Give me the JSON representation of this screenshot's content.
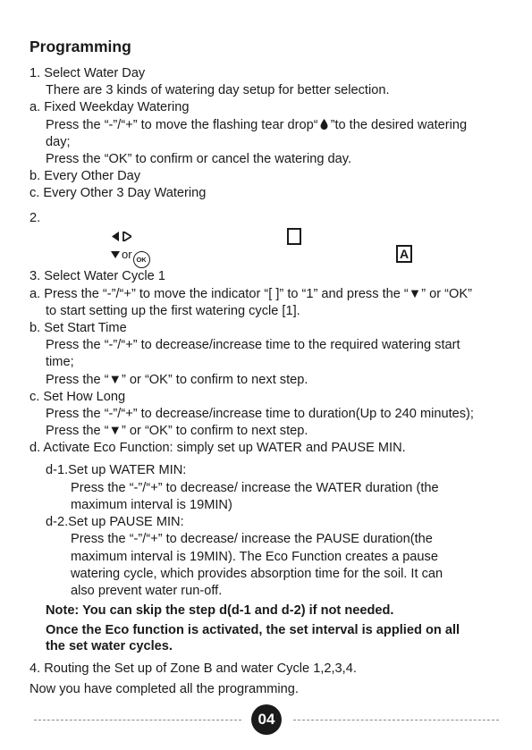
{
  "title": "Programming",
  "sec1": {
    "heading": "1. Select Water Day",
    "intro": "There are 3 kinds of watering day setup for better selection.",
    "a_heading": "a. Fixed Weekday Watering",
    "a_line1_pre": "Press the “-”/“+” to move the flashing tear drop“",
    "a_line1_post": "”to the desired watering",
    "a_line2": "day;",
    "a_line3": "Press the “OK” to confirm or cancel the watering day.",
    "b": "b. Every Other Day",
    "c": "c. Every Other 3 Day Watering"
  },
  "sec2": {
    "number": "2.",
    "or_label": "or",
    "ok_label": "OK",
    "mode_label": "A"
  },
  "sec3": {
    "heading": "3. Select Water Cycle 1",
    "a_line1": "a. Press the “-”/“+” to move the indicator “[ ]” to “1” and press the “▼” or “OK”",
    "a_line2": "to start setting  up the first watering cycle [1].",
    "b_heading": "b. Set Start Time",
    "b_line1": "Press the “-”/“+” to decrease/increase time to the required watering start",
    "b_line2": "time;",
    "b_line3": "Press the “▼” or “OK” to confirm to next step.",
    "c_heading": "c. Set How Long",
    "c_line1": "Press the “-”/“+” to decrease/increase time to duration(Up to 240 minutes);",
    "c_line2": "Press the “▼” or “OK” to confirm to next step.",
    "d_heading": "d. Activate Eco Function: simply set up WATER and PAUSE MIN.",
    "d1_heading": "d-1.Set up WATER MIN:",
    "d1_line1": "Press the “-”/“+” to decrease/ increase the WATER duration (the",
    "d1_line2": "maximum interval is 19MIN)",
    "d2_heading": "d-2.Set up PAUSE MIN:",
    "d2_line1": "Press the “-”/“+” to decrease/ increase the PAUSE duration(the",
    "d2_line2": "maximum interval is 19MIN). The Eco Function creates a pause",
    "d2_line3": "watering cycle, which provides absorption time for the soil. It can",
    "d2_line4": "also prevent water run-off."
  },
  "note": {
    "line1": "Note:  You can skip the step d(d-1 and d-2) if not needed.",
    "line2": "Once the Eco function is activated, the set interval is applied on all",
    "line3": "the set water cycles."
  },
  "sec4": "4. Routing the Set up of Zone B     and water Cycle 1,2,3,4.",
  "closing": "Now you have completed all the programming.",
  "page_number": "04"
}
